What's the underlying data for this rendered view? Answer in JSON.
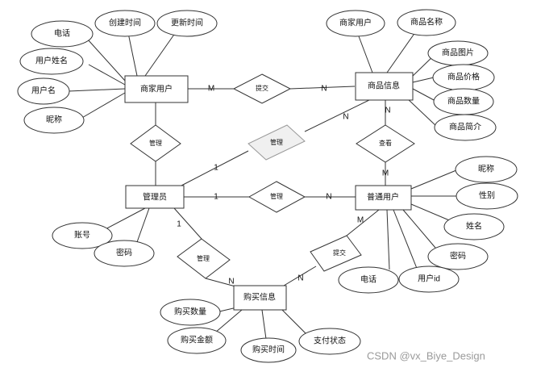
{
  "entities": {
    "merchant": "商家用户",
    "product": "商品信息",
    "admin": "管理员",
    "user": "普通用户",
    "purchase": "购买信息"
  },
  "relationships": {
    "submit_top": "提交",
    "manage_merchant": "管理",
    "manage_product": "管理",
    "view": "查看",
    "manage_user": "管理",
    "manage_purchase": "管理",
    "submit_bottom": "提交"
  },
  "attributes": {
    "merchant": [
      "电话",
      "创建时间",
      "更新时间",
      "用户姓名",
      "用户名",
      "昵称"
    ],
    "product": [
      "商家用户",
      "商品名称",
      "商品图片",
      "商品价格",
      "商品数量",
      "商品简介"
    ],
    "admin": [
      "账号",
      "密码"
    ],
    "user": [
      "昵称",
      "性别",
      "姓名",
      "密码",
      "用户id",
      "电话"
    ],
    "purchase": [
      "购买数量",
      "购买金额",
      "购买时间",
      "支付状态"
    ]
  },
  "cardinalities": {
    "merchant_submit": "M",
    "submit_product": "N",
    "product_manage": "N",
    "admin_manage": "1",
    "product_view": "N",
    "view_user": "M",
    "admin_manage_user": "1",
    "manage_user_user": "N",
    "admin_manage_purchase": "1",
    "manage_purchase_purchase": "N",
    "user_submit": "M",
    "submit_purchase": "N"
  },
  "watermark": "CSDN @vx_Biye_Design"
}
